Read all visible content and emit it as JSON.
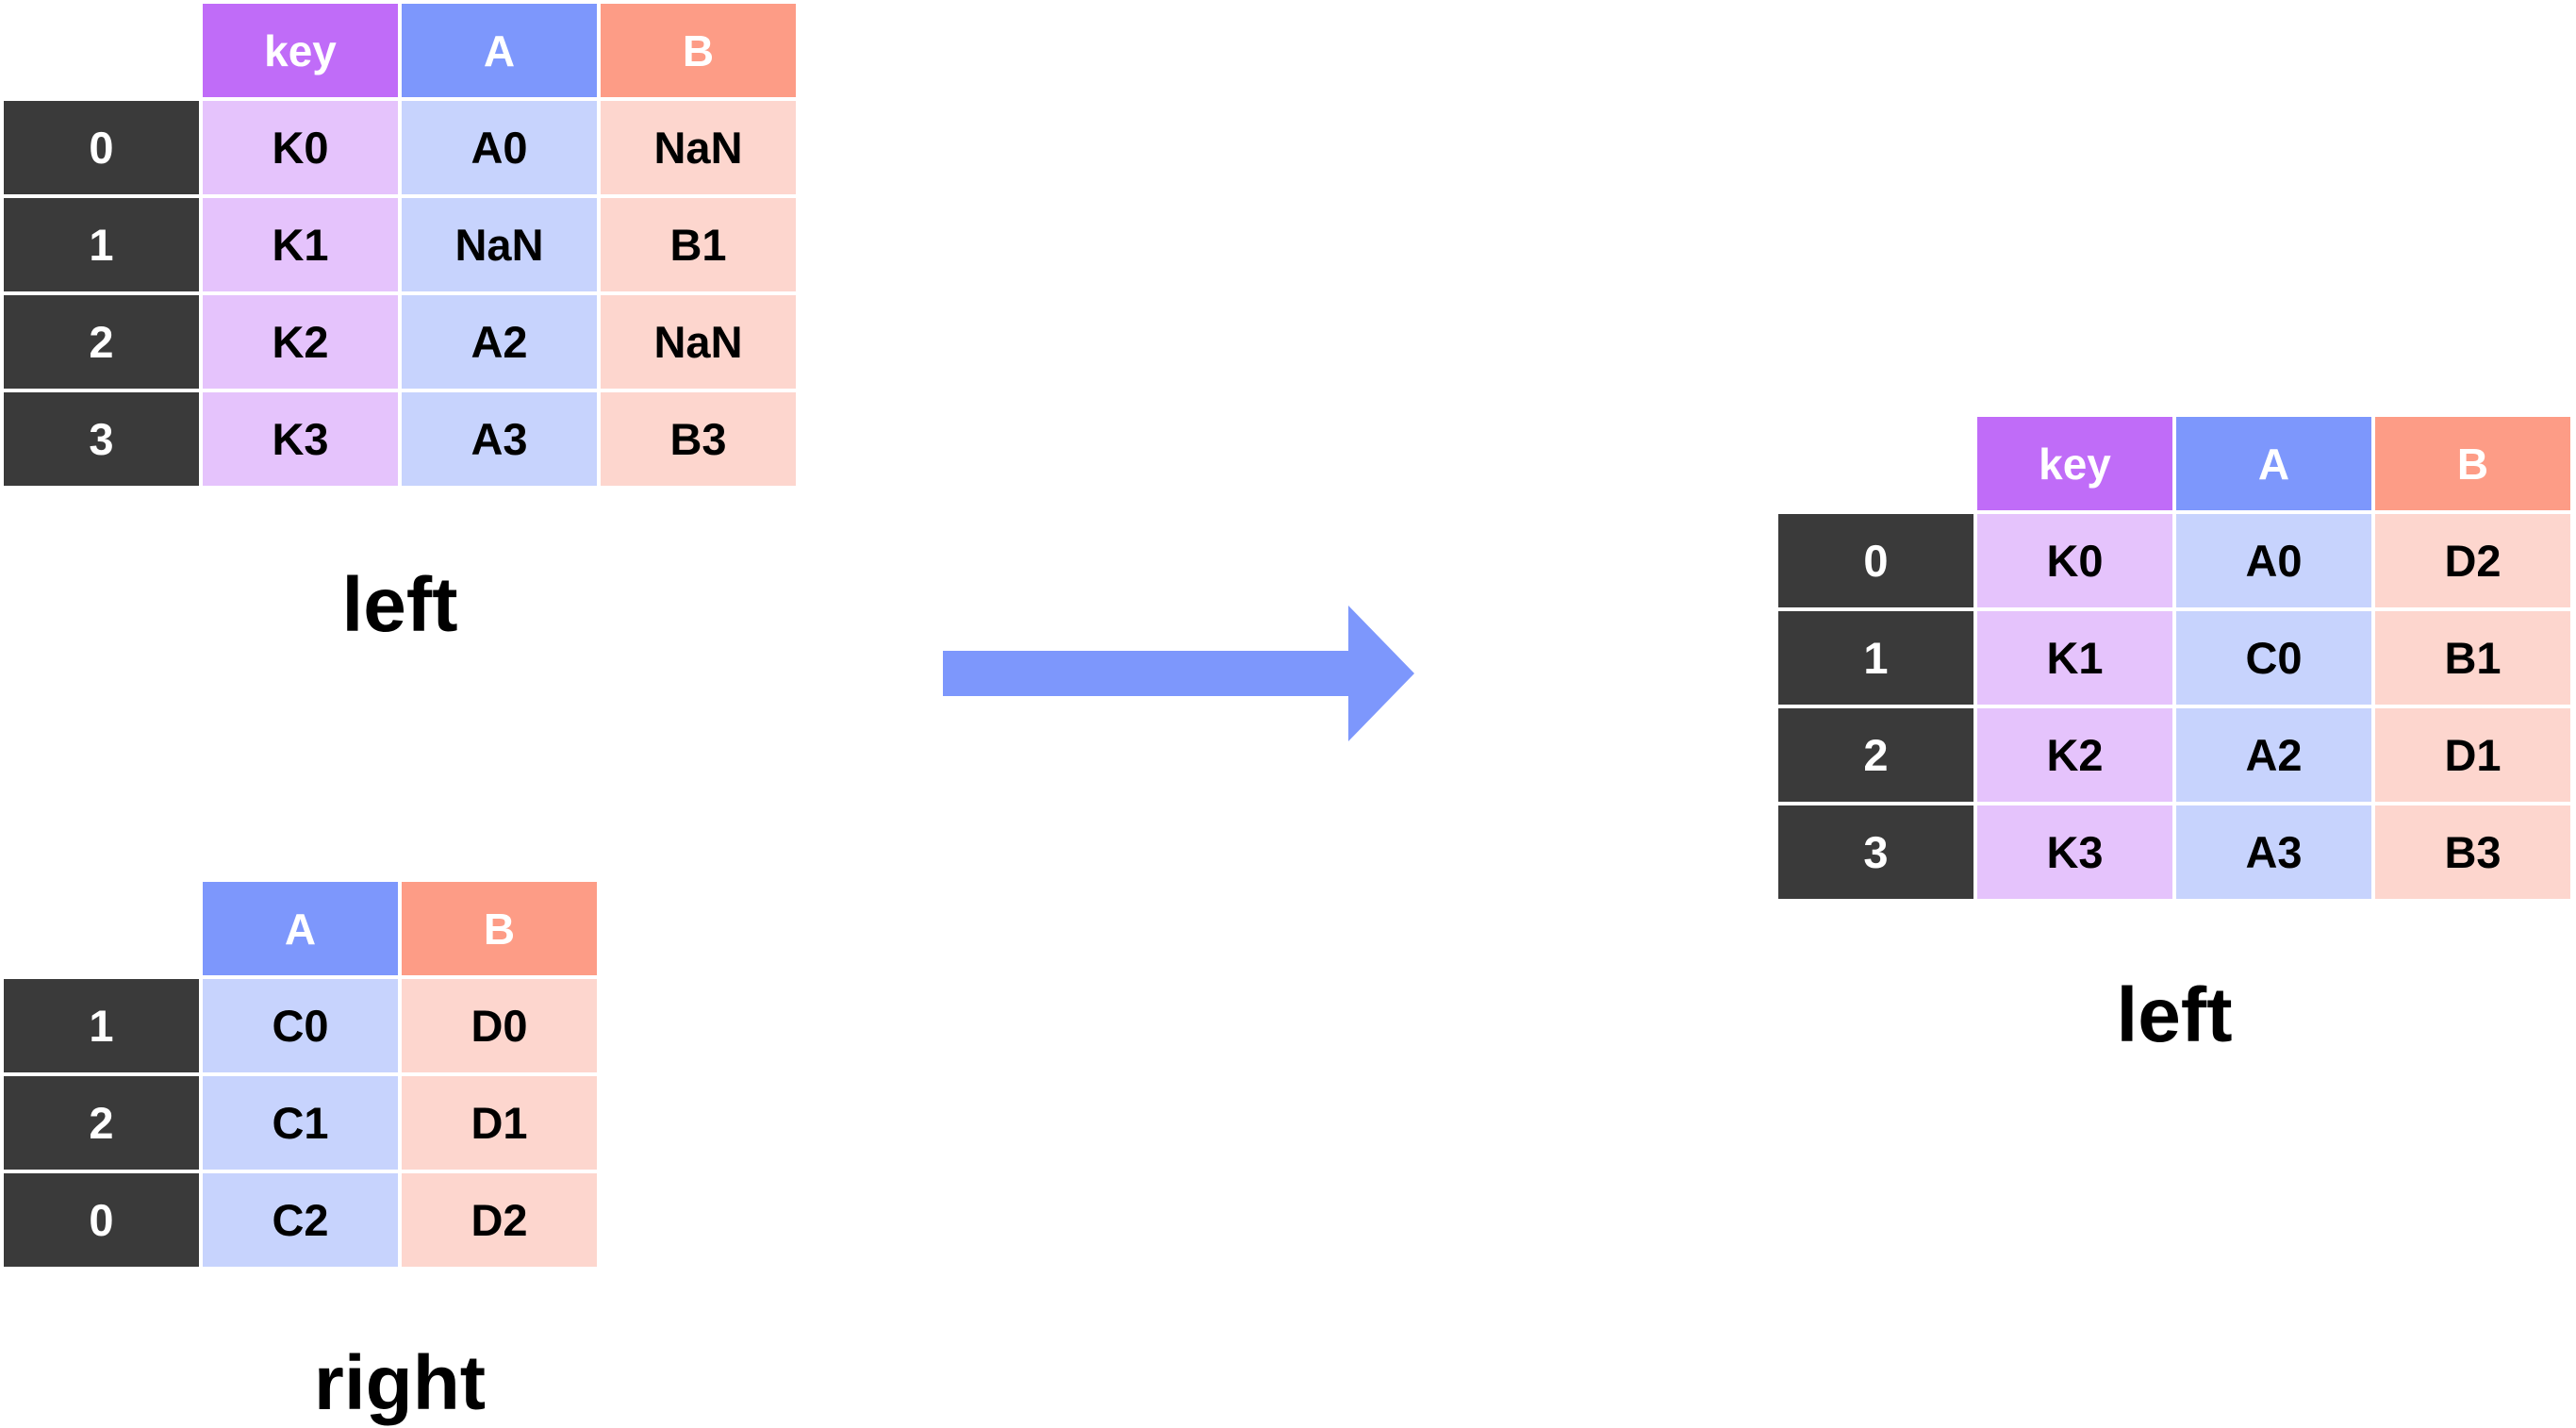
{
  "colors": {
    "key_header": "#c06cf8",
    "key_cell": "#e5c3fc",
    "a_header": "#7d97fc",
    "a_cell": "#c7d3fd",
    "b_header": "#fd9c86",
    "b_cell": "#fdd6ce",
    "index_bg": "#3a3a3a",
    "arrow": "#7d97fc"
  },
  "left_table": {
    "caption": "left",
    "columns": [
      "key",
      "A",
      "B"
    ],
    "rows": [
      {
        "index": "0",
        "cells": [
          "K0",
          "A0",
          "NaN"
        ]
      },
      {
        "index": "1",
        "cells": [
          "K1",
          "NaN",
          "B1"
        ]
      },
      {
        "index": "2",
        "cells": [
          "K2",
          "A2",
          "NaN"
        ]
      },
      {
        "index": "3",
        "cells": [
          "K3",
          "A3",
          "B3"
        ]
      }
    ]
  },
  "right_table": {
    "caption": "right",
    "columns": [
      "A",
      "B"
    ],
    "rows": [
      {
        "index": "1",
        "cells": [
          "C0",
          "D0"
        ]
      },
      {
        "index": "2",
        "cells": [
          "C1",
          "D1"
        ]
      },
      {
        "index": "0",
        "cells": [
          "C2",
          "D2"
        ]
      }
    ]
  },
  "result_table": {
    "caption": "left",
    "columns": [
      "key",
      "A",
      "B"
    ],
    "rows": [
      {
        "index": "0",
        "cells": [
          "K0",
          "A0",
          "D2"
        ]
      },
      {
        "index": "1",
        "cells": [
          "K1",
          "C0",
          "B1"
        ]
      },
      {
        "index": "2",
        "cells": [
          "K2",
          "A2",
          "D1"
        ]
      },
      {
        "index": "3",
        "cells": [
          "K3",
          "A3",
          "B3"
        ]
      }
    ]
  },
  "arrow_icon": "right-arrow-icon"
}
